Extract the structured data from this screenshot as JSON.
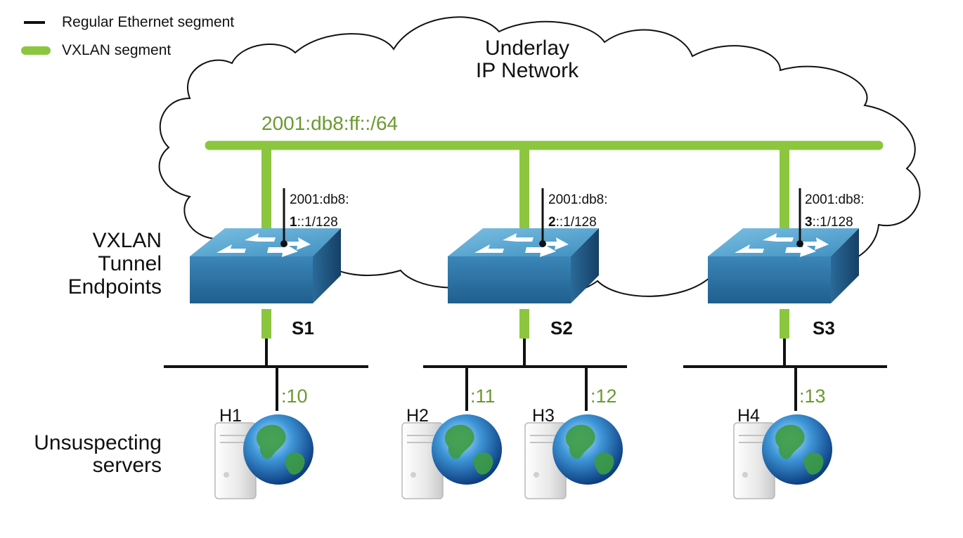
{
  "legend": {
    "ethernet_label": "Regular Ethernet segment",
    "vxlan_label": "VXLAN segment"
  },
  "cloud": {
    "title_line1": "Underlay",
    "title_line2": "IP Network",
    "subnet": "2001:db8:ff::/64"
  },
  "side_labels": {
    "vtep_line1": "VXLAN",
    "vtep_line2": "Tunnel",
    "vtep_line3": "Endpoints",
    "servers_line1": "Unsuspecting",
    "servers_line2": "servers"
  },
  "switches": [
    {
      "name": "S1",
      "addr_prefix": "2001:db8:",
      "addr_bold": "1",
      "addr_suffix": "::1/128"
    },
    {
      "name": "S2",
      "addr_prefix": "2001:db8:",
      "addr_bold": "2",
      "addr_suffix": "::1/128"
    },
    {
      "name": "S3",
      "addr_prefix": "2001:db8:",
      "addr_bold": "3",
      "addr_suffix": "::1/128"
    }
  ],
  "hosts": [
    {
      "name": "H1",
      "addr": ":10"
    },
    {
      "name": "H2",
      "addr": ":11"
    },
    {
      "name": "H3",
      "addr": ":12"
    },
    {
      "name": "H4",
      "addr": ":13"
    }
  ],
  "colors": {
    "vxlan_green": "#8cc63f",
    "label_green": "#6a9a2f",
    "switch_top": "#5ba3c9",
    "switch_front": "#2e6f9e",
    "switch_side": "#1f4f78"
  }
}
